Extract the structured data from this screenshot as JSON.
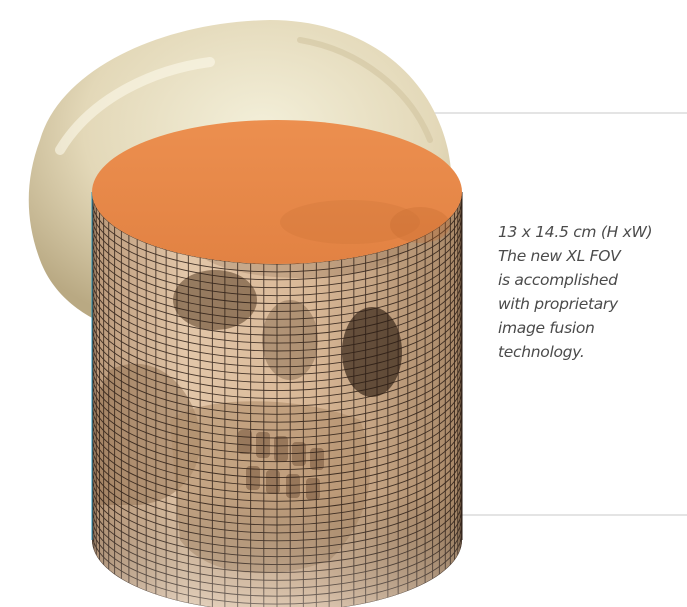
{
  "caption": {
    "lines": [
      "13 x 14.5 cm (H xW)",
      "The new XL FOV",
      "is accomplished",
      "with proprietary",
      "image fusion",
      "technology."
    ]
  },
  "colors": {
    "background": "#ffffff",
    "cylinder_top": "#ea8a4a",
    "cylinder_body": "#d9b897",
    "grid_lines": "#2a1c14",
    "skull": "#e6ddc2",
    "caption_text": "#4b4b4b",
    "callout_lines": "#d4d4d4"
  },
  "icons": {
    "illustration": "skull-inside-fov-cylinder"
  }
}
